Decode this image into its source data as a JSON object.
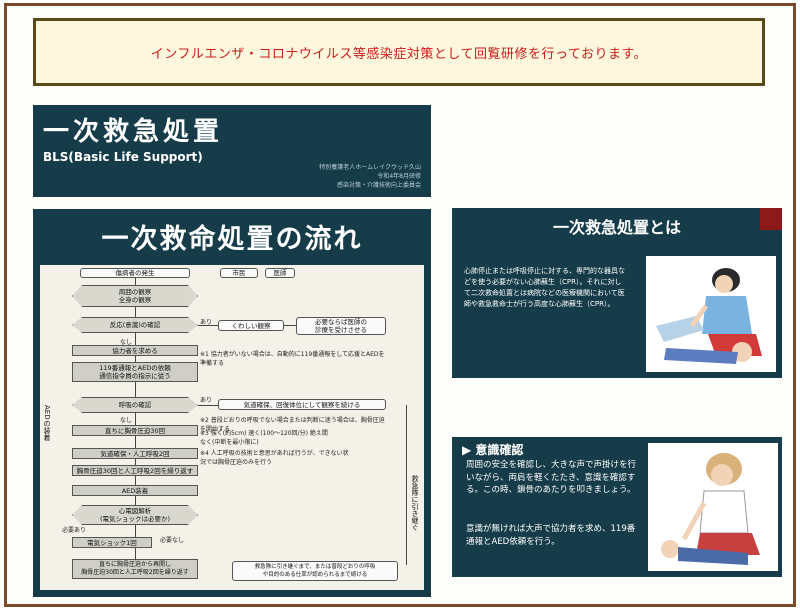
{
  "notice": "インフルエンザ・コロナウイルス等感染症対策として回覧研修を行っております。",
  "title_slide": {
    "title": "一次救急処置",
    "subtitle": "BLS(Basic Life Support)",
    "meta": [
      "特別養護老人ホームレイクウッド久山",
      "令和4年8月研修",
      "感染対策・介護技術向上委員会"
    ]
  },
  "flow_slide": {
    "title": "一次救命処置の流れ",
    "legend": [
      "市民",
      "医師"
    ],
    "nodes": {
      "n1": "傷病者の発生",
      "n2": "周囲の観察\n全身の観察",
      "n3": "反応(意識)の確認",
      "n4": "協力者を求める",
      "n5": "119番通報とAEDの依頼\n通信指令員の指示に従う",
      "n6": "呼吸の確認",
      "n7": "直ちに胸骨圧迫30回",
      "n8": "気道確保・人工呼吸2回",
      "n9": "胸骨圧迫30回と人工呼吸2回を繰り返す",
      "n10": "AED装着",
      "n11": "心電図解析\n(電気ショックは必要か)",
      "n12": "電気ショック1回",
      "n13": "直ちに胸骨圧迫から再開し\n胸骨圧迫30回と人工呼吸2回を繰り返す",
      "r1": "くわしい観察",
      "r2": "必要ならば医師の\n診療を受けさせる",
      "r3": "気道確保、回復体位にして観察を続ける",
      "r4": "救急隊に引き継ぐまで、または普段どおりの呼吸\nや目的のある仕草が認められるまで続ける"
    },
    "labels": {
      "ari1": "あり",
      "nashi1": "なし",
      "ari2": "あり",
      "nashi2": "なし",
      "hitsuyo_ari": "必要あり",
      "hitsuyo_nashi": "必要なし",
      "note1": "※1 協力者がいない場合は、自動的に119番通報をして応援とAEDを準備する",
      "note2": "※2 普段どおりの呼吸でない場合または判断に迷う場合は、胸骨圧迫を開始する",
      "note3": "※3 強く(約5cm) 速く(100〜120回/分) 絶え間なく(中断を最小限に)",
      "note4": "※4 人工呼吸の技術と意思があれば行うが、できない状況では胸骨圧迫のみを行う"
    },
    "side_left": "AEDの装着",
    "side_right": "救急隊に引き継ぐ"
  },
  "def_slide": {
    "title": "一次救急処置とは",
    "body": "心肺停止または呼吸停止に対する、専門的な器具などを使う必要がない心肺蘇生（CPR）。それに対して二次救命処置とは病院などの医療機関において医師や救急救命士が行う高度な心肺蘇生（CPR）。"
  },
  "consciousness_slide": {
    "title": "意識確認",
    "body1": "周囲の安全を確認し、大きな声で声掛けを行いながら、両肩を軽くたたき、意識を確認する。この時、鎖骨のあたりを叩きましょう。",
    "body2": "意識が無ければ大声で協力者を求め、119番通報とAED依頼を行う。"
  },
  "colors": {
    "slide_bg": "#163c4a",
    "notice_text": "#cc1a1a",
    "notice_bg": "#fdf8dd",
    "frame": "#7a4a2a"
  }
}
